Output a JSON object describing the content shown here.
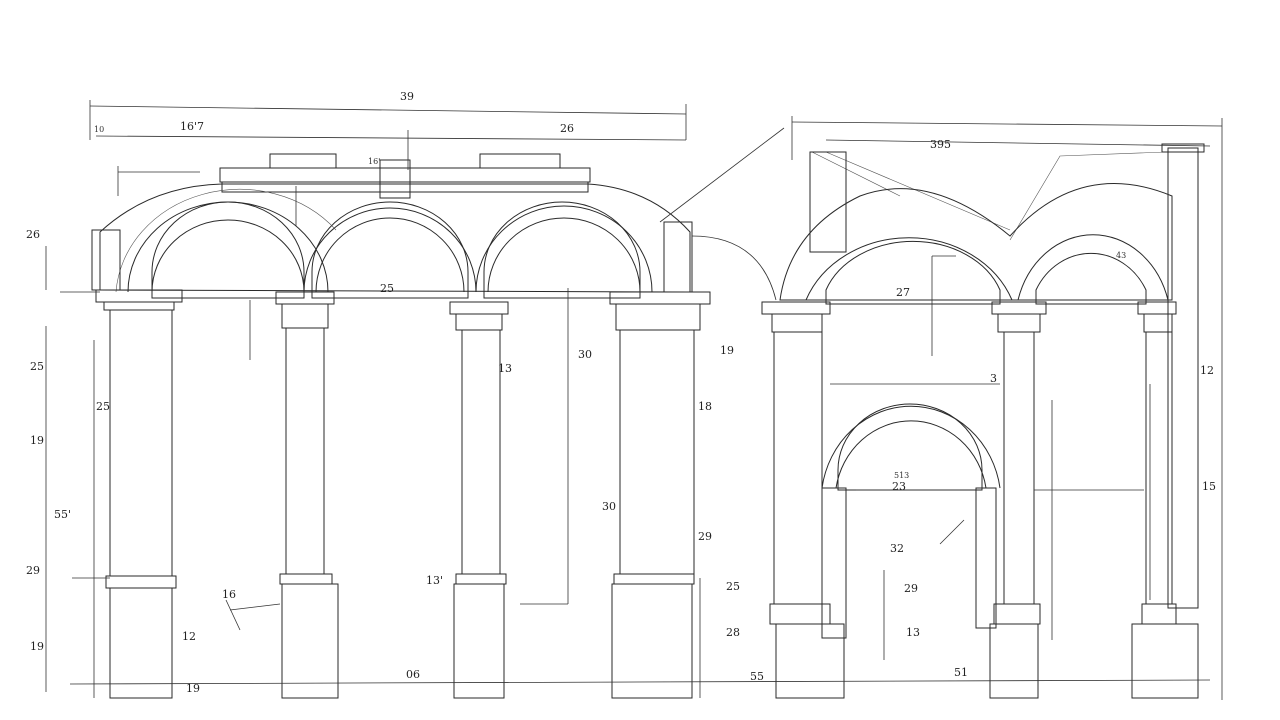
{
  "drawing": {
    "labels": {
      "top_overall": "39",
      "top_left": "16'7",
      "top_mid": "26",
      "left_corner": "10",
      "right_top": "395",
      "fig_label": "16'",
      "l_side_1": "26",
      "l_side_2": "25",
      "l_side_3": "19",
      "l_side_4": "55'",
      "l_side_5": "29",
      "l_side_6": "25",
      "l_side_7": "12",
      "l_side_8": "19",
      "mid_1": "25",
      "mid_2": "13",
      "mid_3": "30",
      "mid_4": "19",
      "mid_5": "18",
      "mid_6": "13'",
      "mid_7": "16",
      "mid_8": "30",
      "mid_9": "29",
      "mid_10": "25",
      "mid_11": "28",
      "mid_12": "06",
      "r_1": "27",
      "r_2": "3",
      "r_3": "513",
      "r_4": "23",
      "r_5": "32",
      "r_6": "29",
      "r_7": "13",
      "r_8": "51",
      "r_9": "15",
      "r_10": "12",
      "r_11": "43",
      "bot_left": "19",
      "bot_right": "55"
    }
  }
}
